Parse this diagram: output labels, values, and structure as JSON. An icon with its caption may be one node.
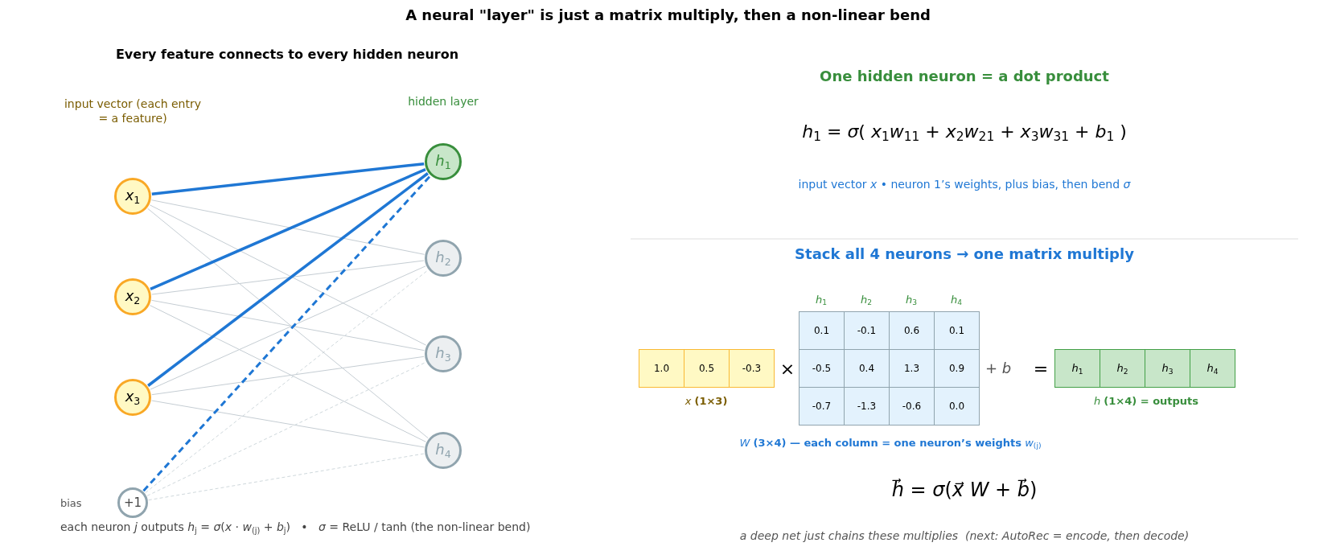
{
  "diagram": {
    "title": "A neural \"layer\" is just a matrix multiply, then a non-linear bend",
    "nodes": [
      {
        "text": [
          "*x*$_{1}$"
        ]
      },
      {
        "text": [
          "*x*$_{2}$"
        ]
      },
      {
        "text": [
          "*x*$_{3}$"
        ]
      },
      {
        "text": [
          "+1"
        ],
        "beside": [
          "bias"
        ]
      },
      {
        "text": [
          "*h*$_{1}$"
        ]
      },
      {
        "text": [
          "*h*$_{2}$"
        ]
      },
      {
        "text": [
          "*h*$_{3}$"
        ]
      },
      {
        "text": [
          "*h*$_{4}$"
        ]
      }
    ],
    "edges": [
      {
        "from": 0,
        "to": 4,
        "arrow": "none",
        "style": "thick",
        "color": "#1f77d4"
      },
      {
        "from": 0,
        "to": 5,
        "arrow": "none"
      },
      {
        "from": 0,
        "to": 6,
        "arrow": "none"
      },
      {
        "from": 0,
        "to": 7,
        "arrow": "none"
      },
      {
        "from": 1,
        "to": 4,
        "arrow": "none",
        "style": "thick",
        "color": "#1f77d4"
      },
      {
        "from": 1,
        "to": 5,
        "arrow": "none"
      },
      {
        "from": 1,
        "to": 6,
        "arrow": "none"
      },
      {
        "from": 1,
        "to": 7,
        "arrow": "none"
      },
      {
        "from": 2,
        "to": 4,
        "arrow": "none",
        "style": "thick",
        "color": "#1f77d4"
      },
      {
        "from": 2,
        "to": 5,
        "arrow": "none"
      },
      {
        "from": 2,
        "to": 6,
        "arrow": "none"
      },
      {
        "from": 2,
        "to": 7,
        "arrow": "none"
      },
      {
        "from": 3,
        "to": 4,
        "arrow": "none",
        "style": "dashed",
        "color": "#1f77d4"
      },
      {
        "from": 3,
        "to": 5,
        "arrow": "none",
        "style": "dashed"
      },
      {
        "from": 3,
        "to": 6,
        "arrow": "none",
        "style": "dashed"
      },
      {
        "from": 3,
        "to": 7,
        "arrow": "none",
        "style": "dashed"
      }
    ],
    "labels": [
      "Every feature connects to every hidden neuron",
      "input vector (each entry = a feature)",
      "hidden layer",
      "One hidden neuron = a dot product",
      "*h*$_{1}$ = *σ*( *x*$_{1}$*w*$_{11}$ + *x*$_{2}$*w*$_{21}$ + *x*$_{3}$*w*$_{31}$ + *b*$_{1}$ )",
      "input vector *x*  •  neuron 1’s weights, plus bias, then bend *σ*",
      "Stack all 4 neurons → one matrix multiply",
      "*h*$_{1}$",
      "*h*$_{2}$",
      "*h*$_{3}$",
      "*h*$_{4}$",
      "1.0",
      "0.5",
      "-0.3",
      "×",
      "0.1",
      "-0.1",
      "0.6",
      "0.1",
      "-0.5",
      "0.4",
      "1.3",
      "0.9",
      "-0.7",
      "-1.3",
      "-0.6",
      "0.0",
      "+ *b*",
      "=",
      "*h*$_{1}$",
      "*h*$_{2}$",
      "*h*$_{3}$",
      "*h*$_{4}$",
      "*x* **(1×3)**",
      "*h* **(1×4) = outputs**",
      "*W* **(3×4) — each column = one neuron’s weights** *w*$_{(j)}$",
      "*h⃗* = *σ*(*x⃗* *W* + *b⃗*)",
      "each neuron *j* outputs *h*$_{j}$ = *σ*(*x* · *w*$_{(j)}$ + *b*$_{j}$)   •   *σ* = ReLU / tanh (the non-linear bend)",
      "a deep net just chains these multiplies  (next: AutoRec = encode, then decode)"
    ]
  }
}
